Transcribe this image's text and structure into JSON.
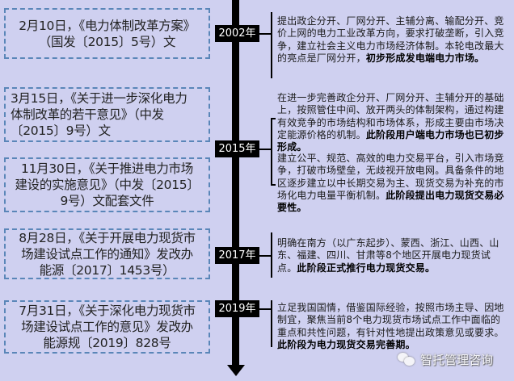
{
  "timeline": {
    "years": [
      {
        "label": "2002年"
      },
      {
        "label": "2015年"
      },
      {
        "label": "2017年"
      },
      {
        "label": "2019年"
      }
    ]
  },
  "documents": [
    {
      "text": "2月10日，《电力体制改革方案》（国发〔2015〕5号）文",
      "line1": "2月10日，《电力体制改革方案》",
      "line2": "（国发〔2015〕5号）文"
    },
    {
      "text": "3月15日，《关于进一步深化电力体制改革的若干意见》（中发〔2015〕9号）文",
      "line1": "3月15日，《关于进一步深化电力",
      "line2": "体制改革的若干意见》（中发",
      "line3": "〔2015〕9号）文"
    },
    {
      "text": "11月30日，《关于推进电力市场建设的实施意见》（中发〔2015〕9号）文配套文件",
      "line1": "11月30日，《关于推进电力市场",
      "line2": "建设的实施意见》（中发〔2015〕",
      "line3": "9号）文配套文件"
    },
    {
      "text": "8月28日，《关于开展电力现货市场建设试点工作的通知》发改办能源〔2017〕1453号）",
      "line1": "8月28日，《关于开展电力现货市",
      "line2": "场建设试点工作的通知》发改办",
      "line3": "能源〔2017〕1453号）"
    },
    {
      "text": "7月31日，《关于深化电力现货市场建设试点工作的意见》发改办能源规〔2019〕828号",
      "line1": "7月31日，《关于深化电力现货市",
      "line2": "场建设试点工作的意见》发改办",
      "line3": "能源规〔2019〕828号"
    }
  ],
  "descriptions": [
    {
      "year": "2002年",
      "normal": "提出政企分开、厂网分开、主辅分离、输配分开、竞价上网的电力工业改革方向，要求打破垄断，引入竞争，建立社会主义电力市场经济体制。本轮电改最大的亮点是厂网分开，",
      "bold": "初步形成发电端电力市场。"
    },
    {
      "year": "2015年",
      "normal": "在进一步完善政企分开、厂网分开、主辅分开的基础上，按照管住中间、放开两头的体制架构，通过构建有效竞争的市场结构和市场体系，形成主要由市场决定能源价格的机制。",
      "bold": "此阶段用户端电力市场也已初步形成。"
    },
    {
      "year": "2015年",
      "normal": "建立公平、规范、高效的电力交易平台，引入市场竞争，打破市场壁垒，无歧视开放电网。具备条件的地区逐步建立以中长期交易为主、现货交易为补充的市场化电力电量平衡机制。",
      "bold": "此阶段提出电力现货交易必要性。"
    },
    {
      "year": "2017年",
      "normal": "明确在南方（以广东起步）、蒙西、浙江、山西、山东、福建、四川、甘肃等8个地区开展电力现货试点。",
      "bold": "此阶段正式推行电力现货交易。"
    },
    {
      "year": "2019年",
      "normal": "立足我国国情，借鉴国际经验，按照市场主导、因地制宜，聚焦当前8个电力现货市场试点工作中面临的重点和共性问题，有针对性地提出政策意见或要求。",
      "bold": "此阶段为电力现货交易完善期。"
    }
  ],
  "watermark": {
    "icon": "wechat-icon",
    "text": "智托管理咨询"
  },
  "colors": {
    "background": "#cfd0f0",
    "dashed_border": "#5a86b8",
    "timeline": "#000000",
    "year_label_text": "#ffffff"
  }
}
